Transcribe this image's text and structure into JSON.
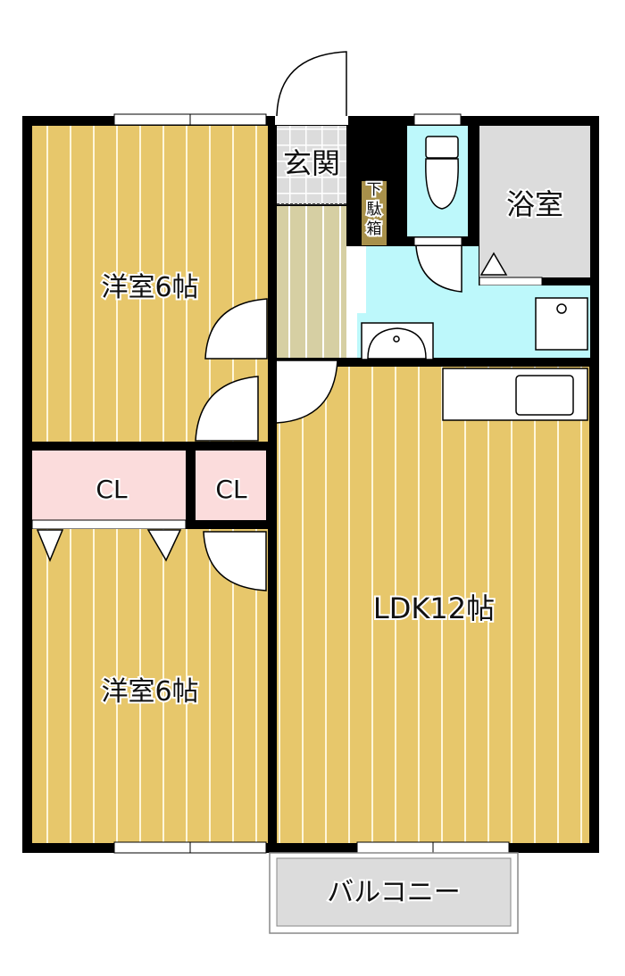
{
  "rooms": {
    "genkan": "玄関",
    "shoe_box": [
      "下",
      "駄",
      "箱"
    ],
    "bath": "浴室",
    "western_room_top": "洋室6帖",
    "western_room_bottom": "洋室6帖",
    "closet_large": "CL",
    "closet_small": "CL",
    "ldk": "LDK12帖",
    "balcony": "バルコニー"
  },
  "colors": {
    "floor": "#e7c76b",
    "corridor": "#d6cfa3",
    "closet": "#fbdcdc",
    "wet_area": "#bdf8fb",
    "bath": "#dcdcdc",
    "shoe_box": "#a8904a",
    "wall": "#000000"
  }
}
